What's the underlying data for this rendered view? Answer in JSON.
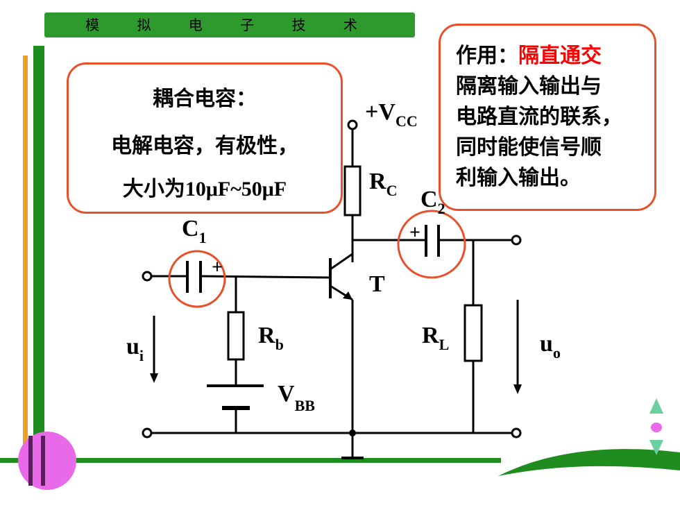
{
  "banner": {
    "title": "模 拟 电 子 技 术"
  },
  "left_box": {
    "line1": "耦合电容：",
    "line2": "电解电容，有极性，",
    "line3_prefix": "大小为",
    "line3_value": "10μF~50μF"
  },
  "right_box": {
    "line1_prefix": "作用：",
    "line1_highlight": "隔直通交",
    "line2": "隔离输入输出与",
    "line3": "电路直流的联系，",
    "line4": "同时能使信号顺",
    "line5": "利输入输出。"
  },
  "circuit": {
    "vcc": {
      "main": "+V",
      "sub": "CC"
    },
    "rc": {
      "main": "R",
      "sub": "C"
    },
    "c1": {
      "main": "C",
      "sub": "1"
    },
    "c2": {
      "main": "C",
      "sub": "2"
    },
    "rb": {
      "main": "R",
      "sub": "b"
    },
    "rl": {
      "main": "R",
      "sub": "L"
    },
    "vbb": {
      "main": "V",
      "sub": "BB"
    },
    "transistor": "T",
    "ui": {
      "main": "u",
      "sub": "i"
    },
    "uo": {
      "main": "u",
      "sub": "o"
    },
    "plus_sign": "+"
  },
  "colors": {
    "banner": "#2e9a2e",
    "box_border": "#e8502a",
    "highlight": "#ff0000",
    "circle_highlight": "#e8502a",
    "stripe_green": "#1e8c1e",
    "stripe_orange": "#f0a020",
    "decor_pink": "#e86ae8",
    "nav_green": "#6ad0a0"
  }
}
